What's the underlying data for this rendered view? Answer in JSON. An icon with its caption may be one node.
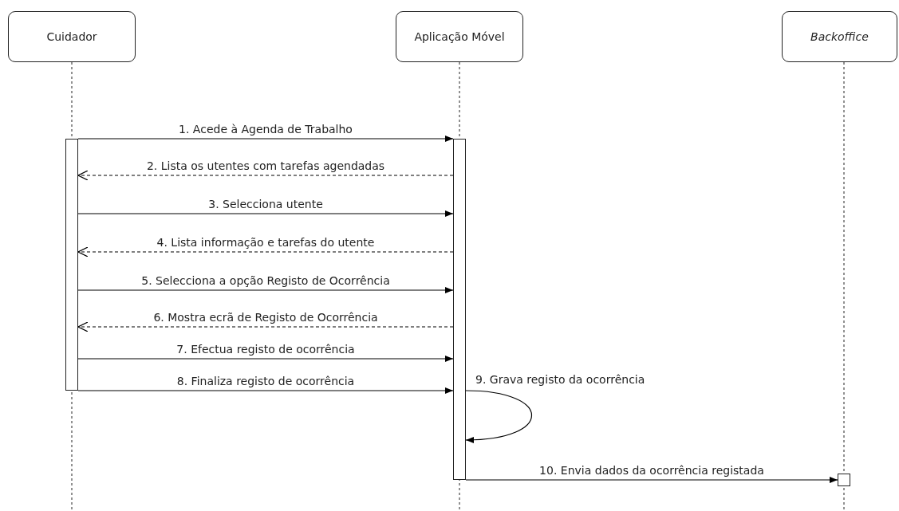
{
  "diagram": {
    "nodes": [
      {
        "text": [
          "Cuidador"
        ]
      },
      {
        "text": [
          "Aplicação Móvel"
        ]
      },
      {
        "text": [
          "Backoffice"
        ]
      },
      {
        "text": [],
        "shape": "bar"
      },
      {
        "text": [],
        "shape": "bar"
      },
      {
        "text": [],
        "shape": "box"
      }
    ],
    "edges": [
      {
        "from": 3,
        "to": 4,
        "arrow": "to",
        "label": "1. Acede à Agenda de Trabalho"
      },
      {
        "from": 4,
        "to": 3,
        "arrow": "to",
        "label": "2. Lista os utentes com tarefas agendadas",
        "style": "dashed"
      },
      {
        "from": 3,
        "to": 4,
        "arrow": "to",
        "label": "3. Selecciona utente"
      },
      {
        "from": 4,
        "to": 3,
        "arrow": "to",
        "label": "4. Lista informação e tarefas do utente",
        "style": "dashed"
      },
      {
        "from": 3,
        "to": 4,
        "arrow": "to",
        "label": "5. Selecciona a opção Registo de Ocorrência"
      },
      {
        "from": 4,
        "to": 3,
        "arrow": "to",
        "label": "6. Mostra ecrã de Registo de Ocorrência",
        "style": "dashed"
      },
      {
        "from": 3,
        "to": 4,
        "arrow": "to",
        "label": "7. Efectua registo de ocorrência"
      },
      {
        "from": 3,
        "to": 4,
        "arrow": "to",
        "label": "8. Finaliza registo de ocorrência"
      },
      {
        "from": 4,
        "to": 4,
        "arrow": "to",
        "label": "9. Grava registo da ocorrência"
      },
      {
        "from": 4,
        "to": 5,
        "arrow": "to",
        "label": "10. Envia dados da ocorrência registada"
      }
    ]
  }
}
